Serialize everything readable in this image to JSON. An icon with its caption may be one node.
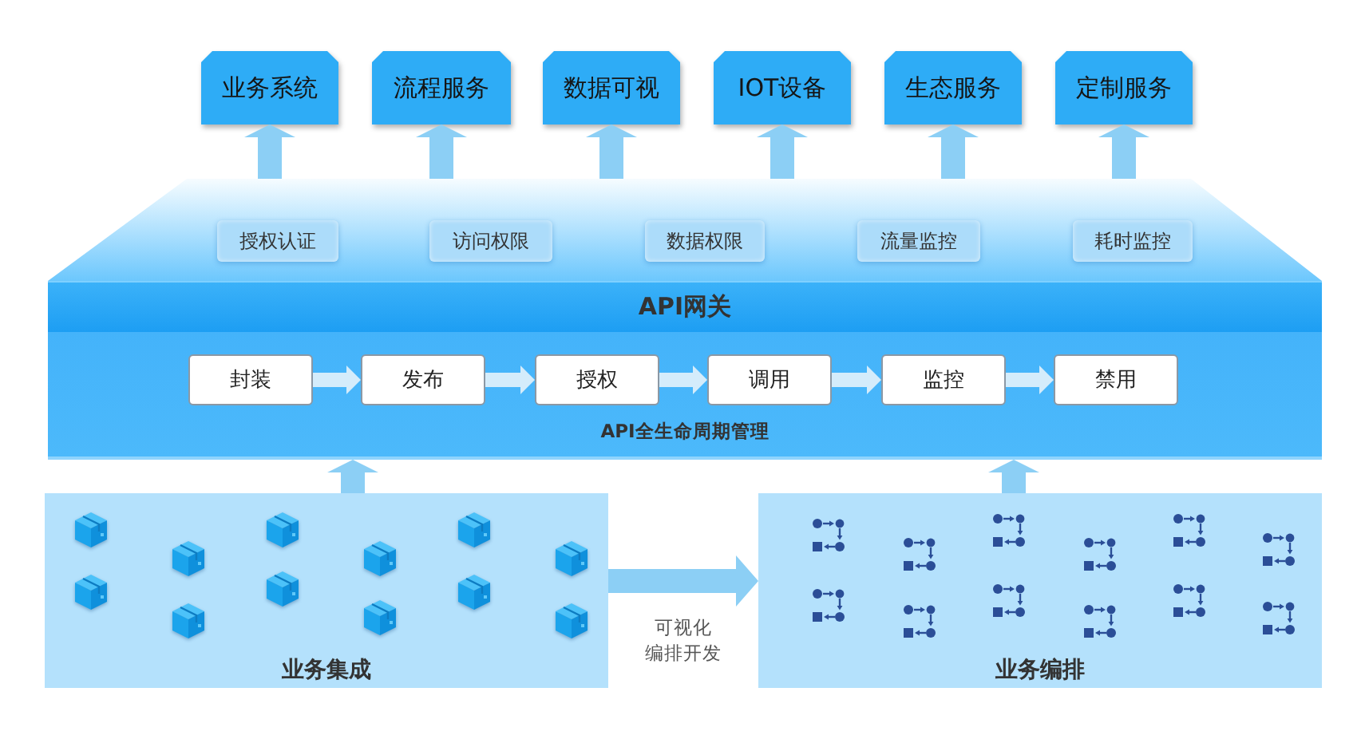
{
  "diagram": {
    "nodes": [
      {
        "text": [
          "业务系统"
        ]
      },
      {
        "text": [
          "流程服务"
        ]
      },
      {
        "text": [
          "数据可视"
        ]
      },
      {
        "text": [
          "IOT设备"
        ]
      },
      {
        "text": [
          "生态服务"
        ]
      },
      {
        "text": [
          "定制服务"
        ]
      },
      {
        "text": [
          "API网关"
        ]
      },
      {
        "text": [
          "授权认证"
        ],
        "in": 6
      },
      {
        "text": [
          "访问权限"
        ],
        "in": 6
      },
      {
        "text": [
          "数据权限"
        ],
        "in": 6
      },
      {
        "text": [
          "流量监控"
        ],
        "in": 6
      },
      {
        "text": [
          "耗时监控"
        ],
        "in": 6
      },
      {
        "text": [
          "API全生命周期管理"
        ]
      },
      {
        "text": [
          "封装"
        ],
        "in": 12
      },
      {
        "text": [
          "发布"
        ],
        "in": 12
      },
      {
        "text": [
          "授权"
        ],
        "in": 12
      },
      {
        "text": [
          "调用"
        ],
        "in": 12
      },
      {
        "text": [
          "监控"
        ],
        "in": 12
      },
      {
        "text": [
          "禁用"
        ],
        "in": 12
      },
      {
        "text": [
          "业务集成"
        ]
      },
      {
        "text": [
          "业务编排"
        ]
      }
    ],
    "edges": [
      {
        "from": 6,
        "to": 0,
        "arrow": "to"
      },
      {
        "from": 6,
        "to": 1,
        "arrow": "to"
      },
      {
        "from": 6,
        "to": 2,
        "arrow": "to"
      },
      {
        "from": 6,
        "to": 3,
        "arrow": "to"
      },
      {
        "from": 6,
        "to": 4,
        "arrow": "to"
      },
      {
        "from": 6,
        "to": 5,
        "arrow": "to"
      },
      {
        "from": 13,
        "to": 14,
        "arrow": "to",
        "color": "#d4ecfb"
      },
      {
        "from": 14,
        "to": 15,
        "arrow": "to",
        "color": "#d4ecfb"
      },
      {
        "from": 15,
        "to": 16,
        "arrow": "to",
        "color": "#d4ecfb"
      },
      {
        "from": 16,
        "to": 17,
        "arrow": "to",
        "color": "#d4ecfb"
      },
      {
        "from": 17,
        "to": 18,
        "arrow": "to",
        "color": "#d4ecfb"
      },
      {
        "from": 19,
        "to": 12,
        "arrow": "to"
      },
      {
        "from": 20,
        "to": 12,
        "arrow": "to"
      },
      {
        "from": 19,
        "to": 20,
        "arrow": "to",
        "label": "可视化编排开发"
      }
    ]
  }
}
